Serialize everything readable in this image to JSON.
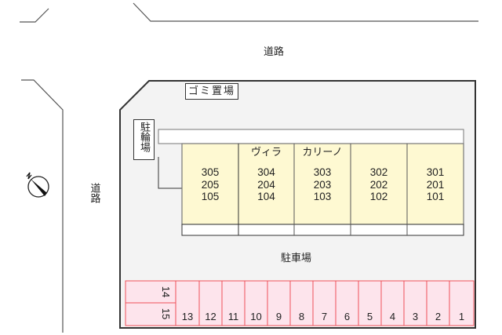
{
  "map": {
    "roads": {
      "top_label": "道路",
      "left_label": "道路"
    },
    "compass": {
      "icon": "north-arrow-icon",
      "direction": "N"
    },
    "facilities": {
      "garbage": "ゴミ置場",
      "bicycle_parking": "駐輪場",
      "car_parking": "駐車場"
    },
    "building": {
      "name_part1": "ヴィラ",
      "name_part2": "カリーノ",
      "units": [
        {
          "rooms": [
            "305",
            "205",
            "105"
          ]
        },
        {
          "rooms": [
            "304",
            "204",
            "104"
          ]
        },
        {
          "rooms": [
            "303",
            "203",
            "103"
          ]
        },
        {
          "rooms": [
            "302",
            "202",
            "102"
          ]
        },
        {
          "rooms": [
            "301",
            "201",
            "101"
          ]
        }
      ]
    },
    "parking_spaces": {
      "stacked": [
        "14",
        "15"
      ],
      "row": [
        "13",
        "12",
        "11",
        "10",
        "9",
        "8",
        "7",
        "6",
        "5",
        "4",
        "3",
        "2",
        "1"
      ]
    },
    "colors": {
      "lot_fill": "#f3f3f3",
      "building_fill": "#fef9d2",
      "parking_fill": "#fde4ec",
      "parking_stroke": "#f0505a",
      "line": "#333333"
    }
  }
}
